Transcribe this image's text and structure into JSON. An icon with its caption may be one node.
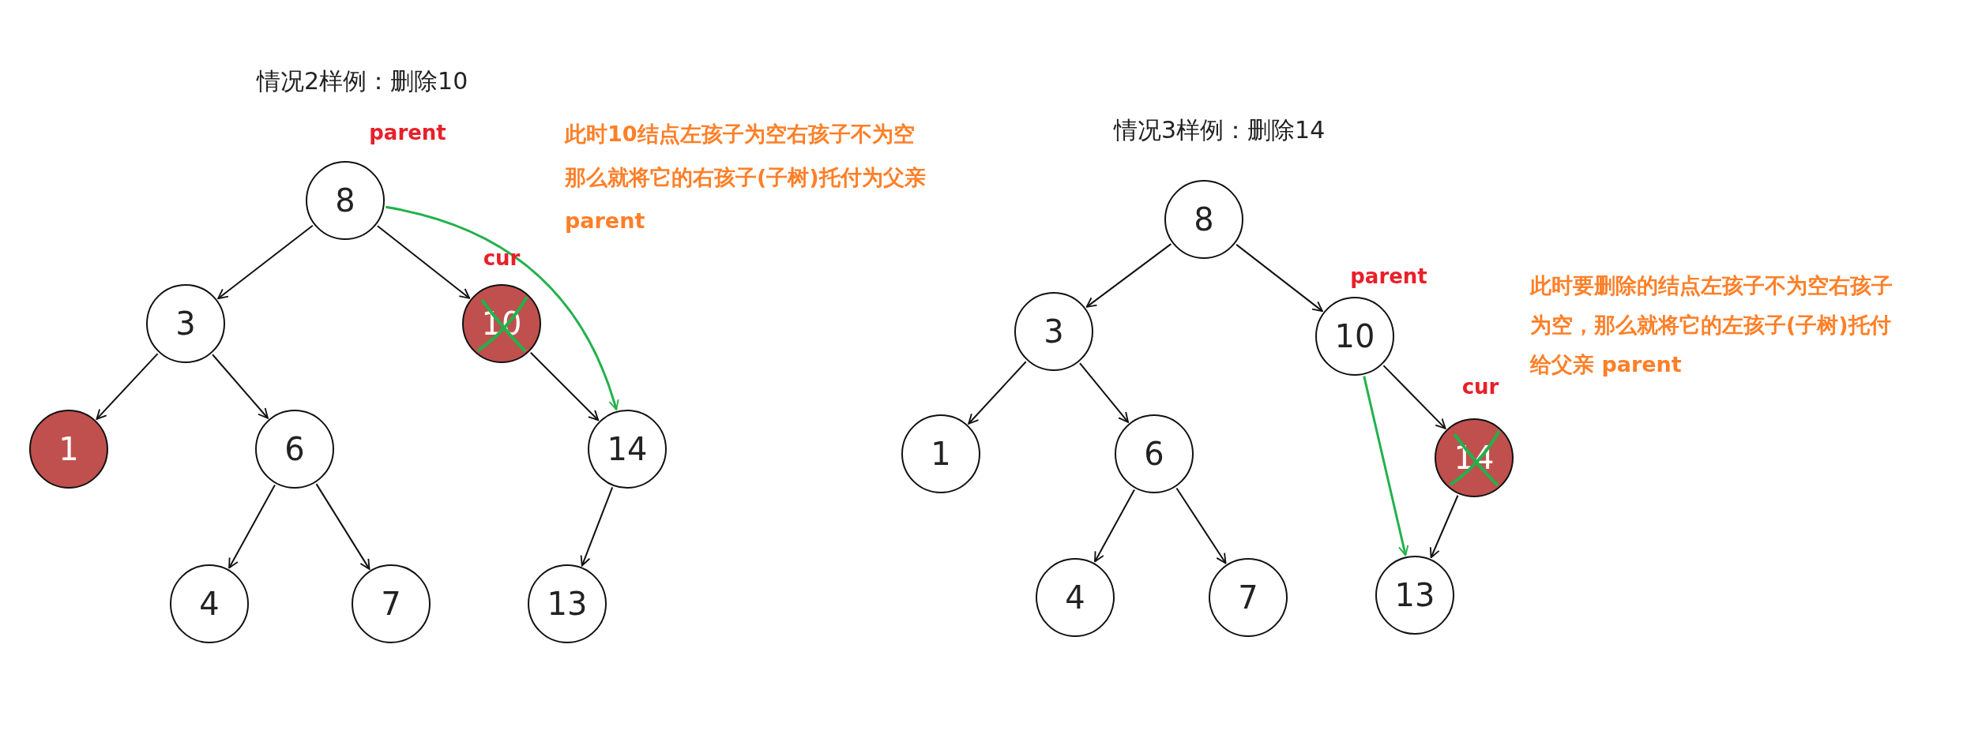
{
  "diagram": {
    "nodes": [
      {
        "text": [
          "8"
        ],
        "beside": [
          "parent"
        ]
      },
      {
        "text": [
          "3"
        ]
      },
      {
        "text": [
          "10"
        ],
        "beside": [
          "cur"
        ]
      },
      {
        "text": [
          "1"
        ]
      },
      {
        "text": [
          "6"
        ]
      },
      {
        "text": [
          "14"
        ]
      },
      {
        "text": [
          "4"
        ]
      },
      {
        "text": [
          "7"
        ]
      },
      {
        "text": [
          "13"
        ]
      },
      {
        "text": [
          "8"
        ]
      },
      {
        "text": [
          "3"
        ]
      },
      {
        "text": [
          "10"
        ],
        "beside": [
          "parent"
        ]
      },
      {
        "text": [
          "1"
        ]
      },
      {
        "text": [
          "6"
        ]
      },
      {
        "text": [
          "14"
        ],
        "beside": [
          "cur"
        ]
      },
      {
        "text": [
          "4"
        ]
      },
      {
        "text": [
          "7"
        ]
      },
      {
        "text": [
          "13"
        ]
      }
    ],
    "edges": [
      {
        "from": 0,
        "to": 1,
        "arrow": "to"
      },
      {
        "from": 0,
        "to": 2,
        "arrow": "to"
      },
      {
        "from": 1,
        "to": 3,
        "arrow": "to"
      },
      {
        "from": 1,
        "to": 4,
        "arrow": "to"
      },
      {
        "from": 2,
        "to": 5,
        "arrow": "to"
      },
      {
        "from": 4,
        "to": 6,
        "arrow": "to"
      },
      {
        "from": 4,
        "to": 7,
        "arrow": "to"
      },
      {
        "from": 5,
        "to": 8,
        "arrow": "to"
      },
      {
        "from": 0,
        "to": 5,
        "arrow": "to",
        "color": "#22b14c"
      },
      {
        "from": 9,
        "to": 10,
        "arrow": "to"
      },
      {
        "from": 9,
        "to": 11,
        "arrow": "to"
      },
      {
        "from": 10,
        "to": 12,
        "arrow": "to"
      },
      {
        "from": 10,
        "to": 13,
        "arrow": "to"
      },
      {
        "from": 11,
        "to": 14,
        "arrow": "to"
      },
      {
        "from": 13,
        "to": 15,
        "arrow": "to"
      },
      {
        "from": 13,
        "to": 16,
        "arrow": "to"
      },
      {
        "from": 14,
        "to": 17,
        "arrow": "to"
      },
      {
        "from": 11,
        "to": 17,
        "arrow": "to",
        "color": "#22b14c"
      }
    ],
    "labels": [
      "情况2样例：删除10",
      "此时10结点左孩子为空右孩子不为空",
      "那么就将它的右孩子(子树)托付为父亲",
      "parent",
      "情况3样例：删除14",
      "此时要删除的结点左孩子不为空右孩子",
      "为空，那么就将它的左孩子(子树)托付",
      "给父亲 parent"
    ]
  }
}
